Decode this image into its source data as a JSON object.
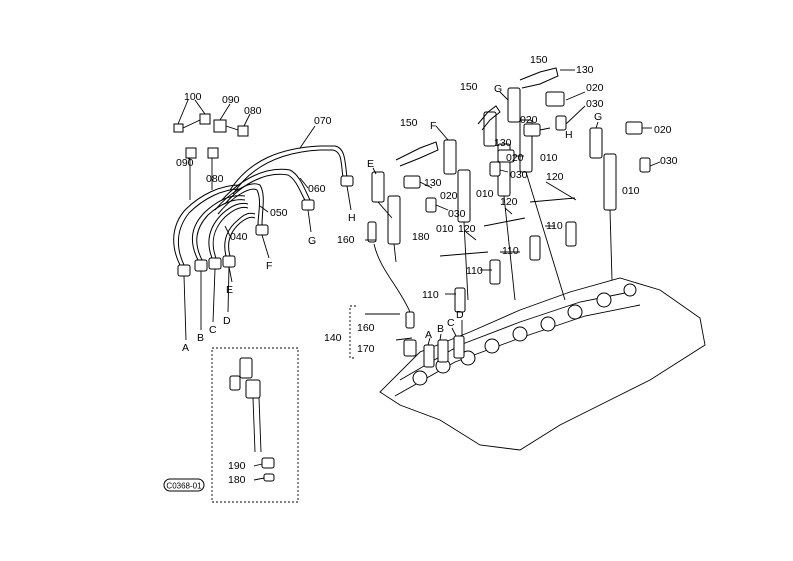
{
  "labels": {
    "p100": "100",
    "p090a": "090",
    "p080a": "080",
    "p090b": "090",
    "p080b": "080",
    "p070": "070",
    "p060": "060",
    "p050": "050",
    "p040": "040",
    "p150a": "150",
    "p130a": "130",
    "p150b": "150",
    "p130b": "130",
    "p150c": "150",
    "p130c": "130",
    "p020a": "020",
    "p020b": "020",
    "p020c": "020",
    "p020d": "020",
    "p020e": "020",
    "p030a": "030",
    "p030b": "030",
    "p030c": "030",
    "p030d": "030",
    "p010a": "010",
    "p010b": "010",
    "p010c": "010",
    "p010d": "010",
    "p120a": "120",
    "p120b": "120",
    "p120c": "120",
    "p110a": "110",
    "p110b": "110",
    "p110c": "110",
    "p110d": "110",
    "p180a": "180",
    "p160a": "160",
    "p140": "140",
    "p160b": "160",
    "p170": "170",
    "p190": "190",
    "p180b": "180",
    "lA": "A",
    "lB": "B",
    "lC": "C",
    "lD": "D",
    "lE": "E",
    "lF": "F",
    "lG": "G",
    "lH": "H",
    "rE": "E",
    "rF": "F",
    "rG1": "G",
    "rG2": "G",
    "rH": "H",
    "eA": "A",
    "eB": "B",
    "eC": "C",
    "eD": "D"
  },
  "figure_code": "C0368-01"
}
